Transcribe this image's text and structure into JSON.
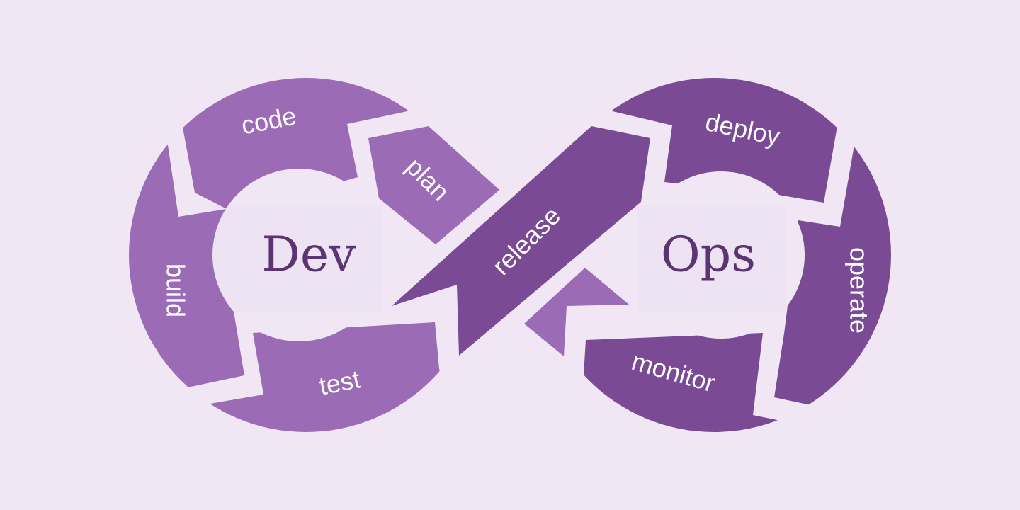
{
  "colors": {
    "background": "#f1e7f4",
    "dev_segments": "#9b6bb5",
    "ops_segments": "#7a4a94",
    "center_text": "#5b3472"
  },
  "dev": {
    "title": "Dev",
    "stages": [
      "code",
      "plan",
      "build",
      "test"
    ]
  },
  "bridge": {
    "label": "release"
  },
  "ops": {
    "title": "Ops",
    "stages": [
      "deploy",
      "operate",
      "monitor"
    ]
  }
}
